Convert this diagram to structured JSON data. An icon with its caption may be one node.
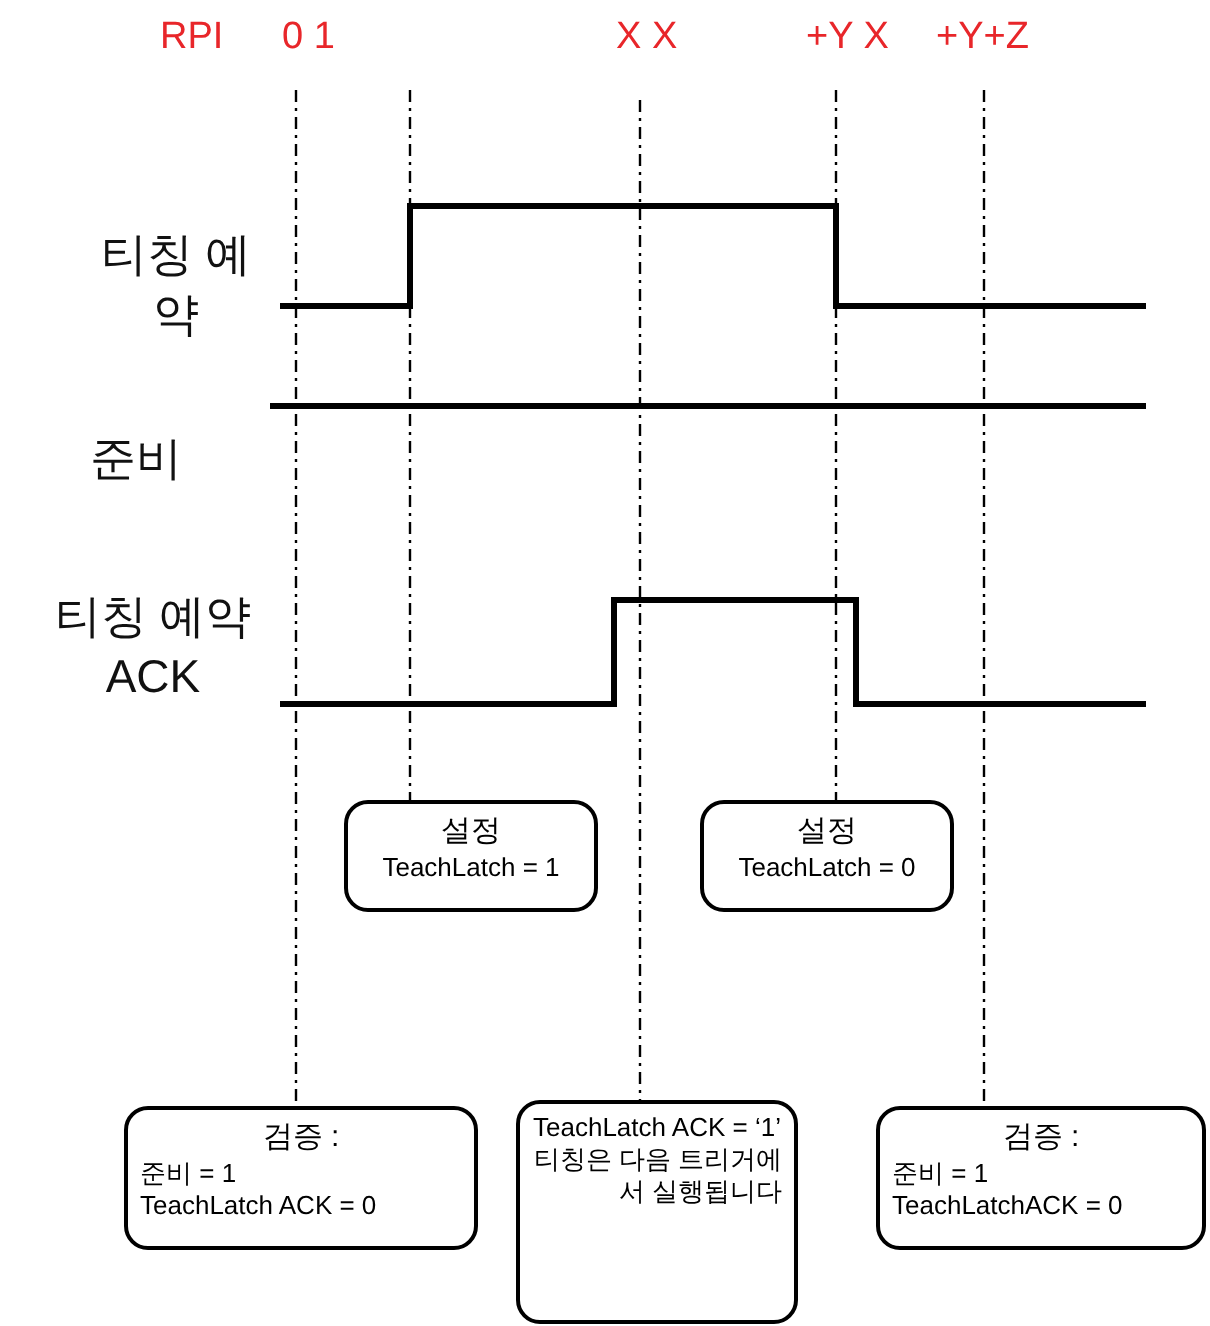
{
  "diagram": {
    "nodes": [
      {
        "text": [
          "설정",
          "TeachLatch = 1"
        ]
      },
      {
        "text": [
          "설정",
          "TeachLatch = 0"
        ]
      },
      {
        "text": [
          "검증 :",
          "준비 = 1",
          "TeachLatch ACK = 0"
        ]
      },
      {
        "text": [
          "TeachLatch ACK = ‘1’",
          "티칭은 다음 트리거에서 실행됩니다"
        ]
      },
      {
        "text": [
          "검증 :",
          "준비 = 1",
          "TeachLatchACK = 0"
        ]
      }
    ],
    "labels": [
      "RPI",
      "0 1",
      "X X",
      "+Y X",
      "+Y+Z",
      "티칭 예약",
      "준비",
      "티칭 예약 ACK"
    ]
  }
}
